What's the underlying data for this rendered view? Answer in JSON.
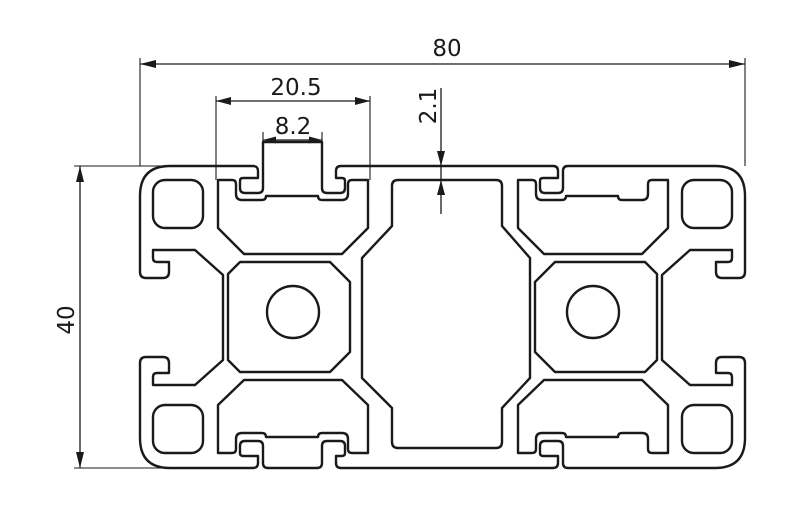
{
  "drawing": {
    "subject": "aluminium profile cross-section",
    "line_color": "#1a1a1a",
    "background": "#ffffff",
    "dimensions": {
      "width": "80",
      "height": "40",
      "slot_pitch": "20.5",
      "slot_opening": "8.2",
      "wall_thickness": "2.1"
    }
  }
}
